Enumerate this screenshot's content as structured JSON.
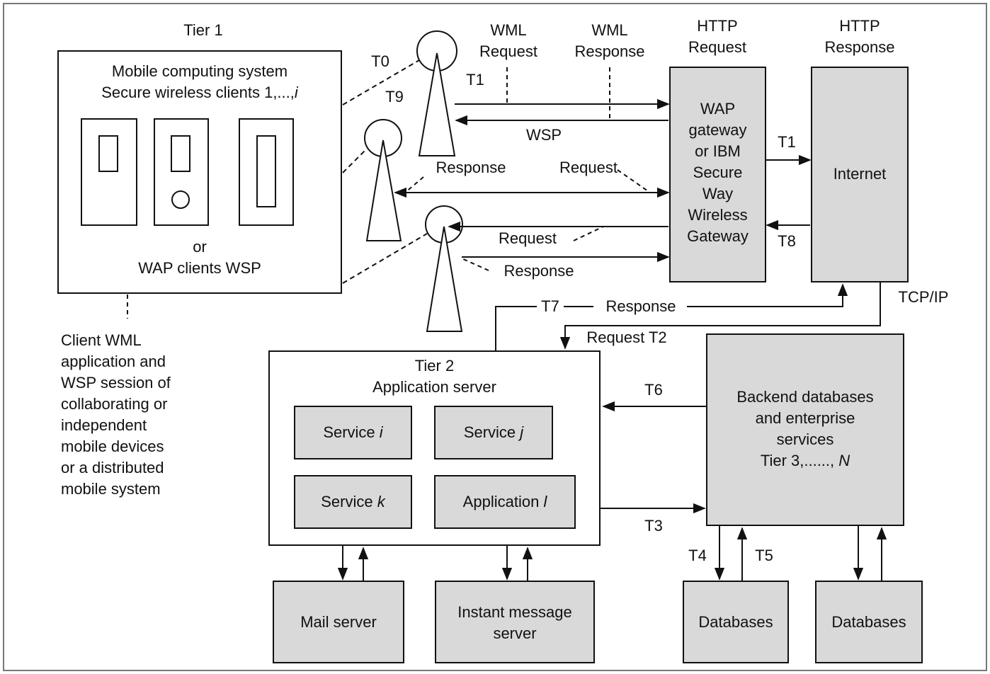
{
  "tier1": {
    "title": "Tier 1",
    "line1": "Mobile computing system",
    "line2": "Secure wireless clients 1,...,",
    "line2_var": "i",
    "or": "or",
    "wap": "WAP clients WSP"
  },
  "client_note": "Client WML\napplication and\nWSP session of\ncollaborating or\nindependent\nmobile devices\nor a distributed\nmobile system",
  "top_labels": {
    "wml_request": "WML\nRequest",
    "wml_response": "WML\nResponse",
    "http_request": "HTTP\nRequest",
    "http_response": "HTTP\nResponse"
  },
  "gateway": "WAP\ngateway\nor IBM\nSecure\nWay\nWireless\nGateway",
  "internet": "Internet",
  "tcpip": "TCP/IP",
  "t_labels": {
    "t0": "T0",
    "t1a": "T1",
    "t9": "T9",
    "t1b": "T1",
    "t8": "T8",
    "t7": "T7",
    "t6": "T6",
    "t3": "T3",
    "t4": "T4",
    "t5": "T5"
  },
  "wsp": "WSP",
  "resp1": "Response",
  "req1": "Request",
  "req2": "Request",
  "resp2": "Response",
  "response_t7": "Response",
  "request_t2": "Request T2",
  "tier2": {
    "title": "Tier 2",
    "subtitle": "Application server"
  },
  "services": {
    "si": "Service",
    "si_var": "i",
    "sj": "Service",
    "sj_var": "j",
    "sk": "Service",
    "sk_var": "k",
    "al": "Application",
    "al_var": "l"
  },
  "backend": {
    "text": "Backend databases\nand enterprise\nservices\nTier 3,......, ",
    "var": "N"
  },
  "mail": "Mail server",
  "im": "Instant message\nserver",
  "db1": "Databases",
  "db2": "Databases"
}
